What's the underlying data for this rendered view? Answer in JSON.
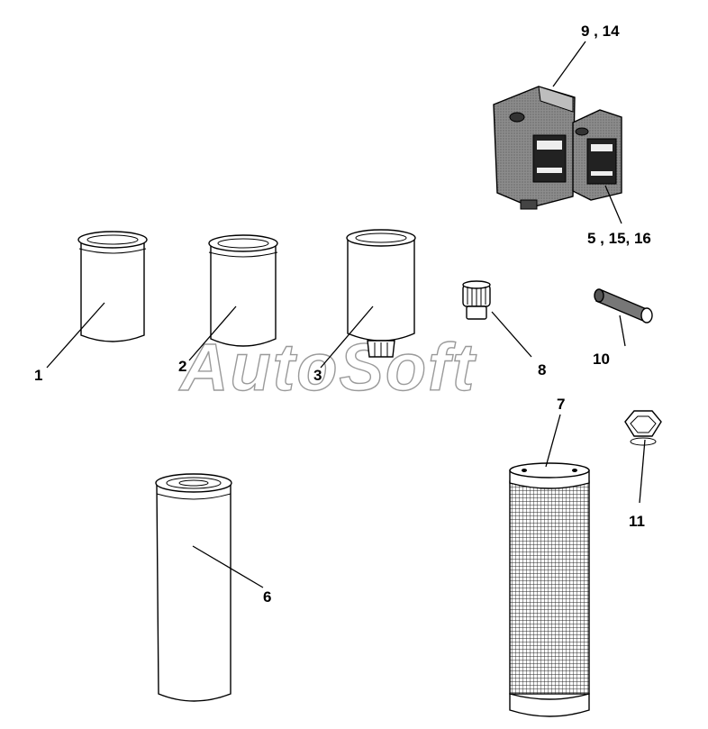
{
  "watermark": "AutoSoft",
  "callouts": {
    "c1": "1",
    "c2": "2",
    "c3": "3",
    "c5": "5 , 15, 16",
    "c6": "6",
    "c7": "7",
    "c8": "8",
    "c9": "9 , 14",
    "c10": "10",
    "c11": "11"
  }
}
